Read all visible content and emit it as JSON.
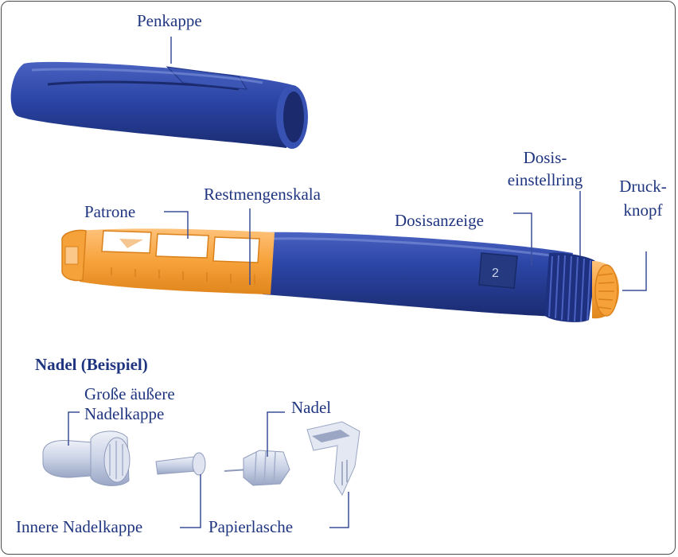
{
  "labels": {
    "penkappe": "Penkappe",
    "restmengenskala": "Restmengenskala",
    "patrone": "Patrone",
    "dosiseinstellring_1": "Dosis-",
    "dosiseinstellring_2": "einstellring",
    "druckknopf_1": "Druck-",
    "druckknopf_2": "knopf",
    "dosisanzeige": "Dosisanzeige",
    "nadel_title": "Nadel (Beispiel)",
    "grosse_kappe_1": "Große äußere",
    "grosse_kappe_2": "Nadelkappe",
    "nadel": "Nadel",
    "innere_kappe": "Innere Nadelkappe",
    "papierlasche": "Papierlasche"
  },
  "colors": {
    "pen_blue": "#2b45a6",
    "pen_blue_dark": "#1c2f7a",
    "pen_blue_light": "#5a70c8",
    "orange": "#f6a23a",
    "orange_light": "#fcc88a",
    "label_blue": "#1f3580",
    "leader": "#3a4f9a",
    "needle_grey": "#c9d2e6"
  }
}
